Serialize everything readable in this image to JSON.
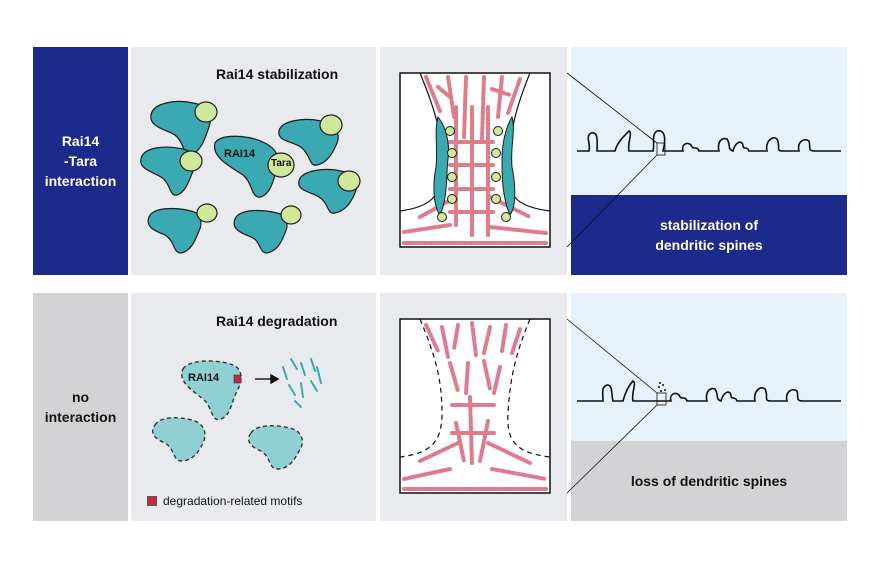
{
  "rows": [
    {
      "label": "Rai14\n-Tara\ninteraction",
      "title": "Rai14 stabilization",
      "protein_label": "RAI14",
      "partner_label": "Tara",
      "outcome": "stabilization of\ndendritic spines"
    },
    {
      "label": "no\ninteraction",
      "title": "Rai14 degradation",
      "protein_label": "RAI14",
      "outcome": "loss of dendritic spines",
      "legend": "degradation-related motifs"
    }
  ],
  "colors": {
    "navy": "#1c2a8c",
    "gray_label": "#d3d3d6",
    "panel_bg": "#e8eaee",
    "light_blue": "#e6f1fb",
    "teal": "#3aa9b2",
    "pale_teal": "#8fd0d3",
    "lime": "#cfe89a",
    "actin": "#e07b8a",
    "motif_red": "#c6283d"
  }
}
